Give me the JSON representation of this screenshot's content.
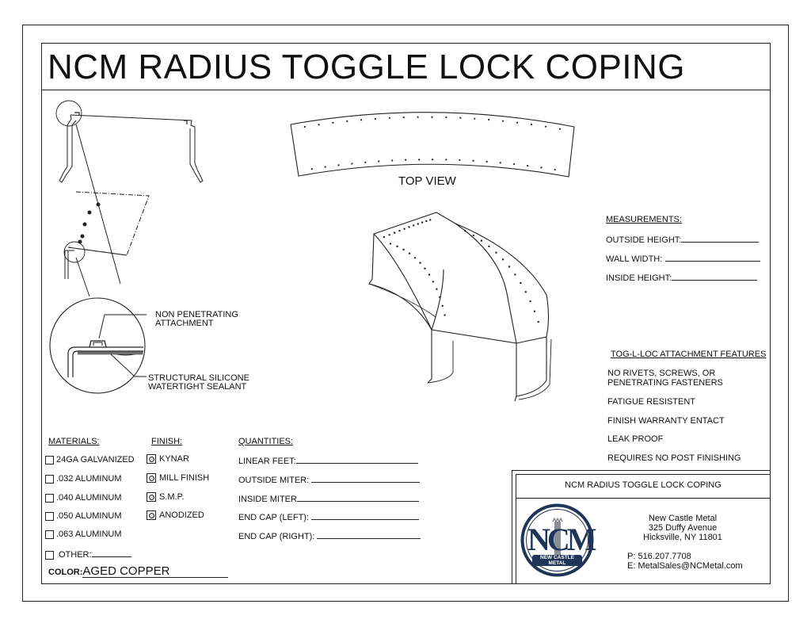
{
  "title": "NCM RADIUS TOGGLE LOCK COPING",
  "views": {
    "top_view_label": "TOP VIEW"
  },
  "callouts": {
    "attachment": "NON PENETRATING\nATTACHMENT",
    "attachment_l1": "NON PENETRATING",
    "attachment_l2": "ATTACHMENT",
    "sealant_l1": "STRUCTURAL SILICONE",
    "sealant_l2": "WATERTIGHT SEALANT"
  },
  "measurements": {
    "heading": "MEASUREMENTS:",
    "fields": [
      "OUTSIDE HEIGHT:",
      "WALL WIDTH:",
      "INSIDE HEIGHT:"
    ]
  },
  "features": {
    "heading": "TOG-L-LOC ATTACHMENT FEATURES",
    "items": [
      [
        "NO RIVETS, SCREWS, OR",
        "PENETRATING FASTENERS"
      ],
      [
        "FATIGUE RESISTENT"
      ],
      [
        "FINISH WARRANTY ENTACT"
      ],
      [
        "LEAK PROOF"
      ],
      [
        "REQUIRES NO POST FINISHING"
      ]
    ]
  },
  "materials": {
    "heading": "MATERIALS:",
    "items": [
      "24GA GALVANIZED",
      ".032 ALUMINUM",
      ".040 ALUMINUM",
      ".050 ALUMINUM",
      ".063 ALUMINUM",
      "OTHER:"
    ]
  },
  "finish": {
    "heading": "FINISH:",
    "items": [
      "KYNAR",
      "MILL FINISH",
      "S.M.P.",
      "ANODIZED"
    ]
  },
  "quantities": {
    "heading": "QUANTITIES:",
    "items": [
      "LINEAR FEET:",
      "OUTSIDE MITER:",
      "INSIDE MITER",
      "END CAP (LEFT):",
      "END CAP (RIGHT):"
    ]
  },
  "color": {
    "label": "COLOR:",
    "value": "AGED COPPER"
  },
  "title_block": {
    "title": "NCM RADIUS TOGGLE LOCK COPING",
    "company": "New Castle Metal",
    "address1": "325 Duffy Avenue",
    "address2": "Hicksville, NY 11801",
    "phone": "P: 516.207.7708",
    "email": "E: MetalSales@NCMetal.com",
    "logo_text": "NCM",
    "logo_sub1": "NEW CASTLE",
    "logo_sub2": "METAL",
    "colors": {
      "navy": "#1f3557",
      "gray": "#8a8f96"
    }
  }
}
